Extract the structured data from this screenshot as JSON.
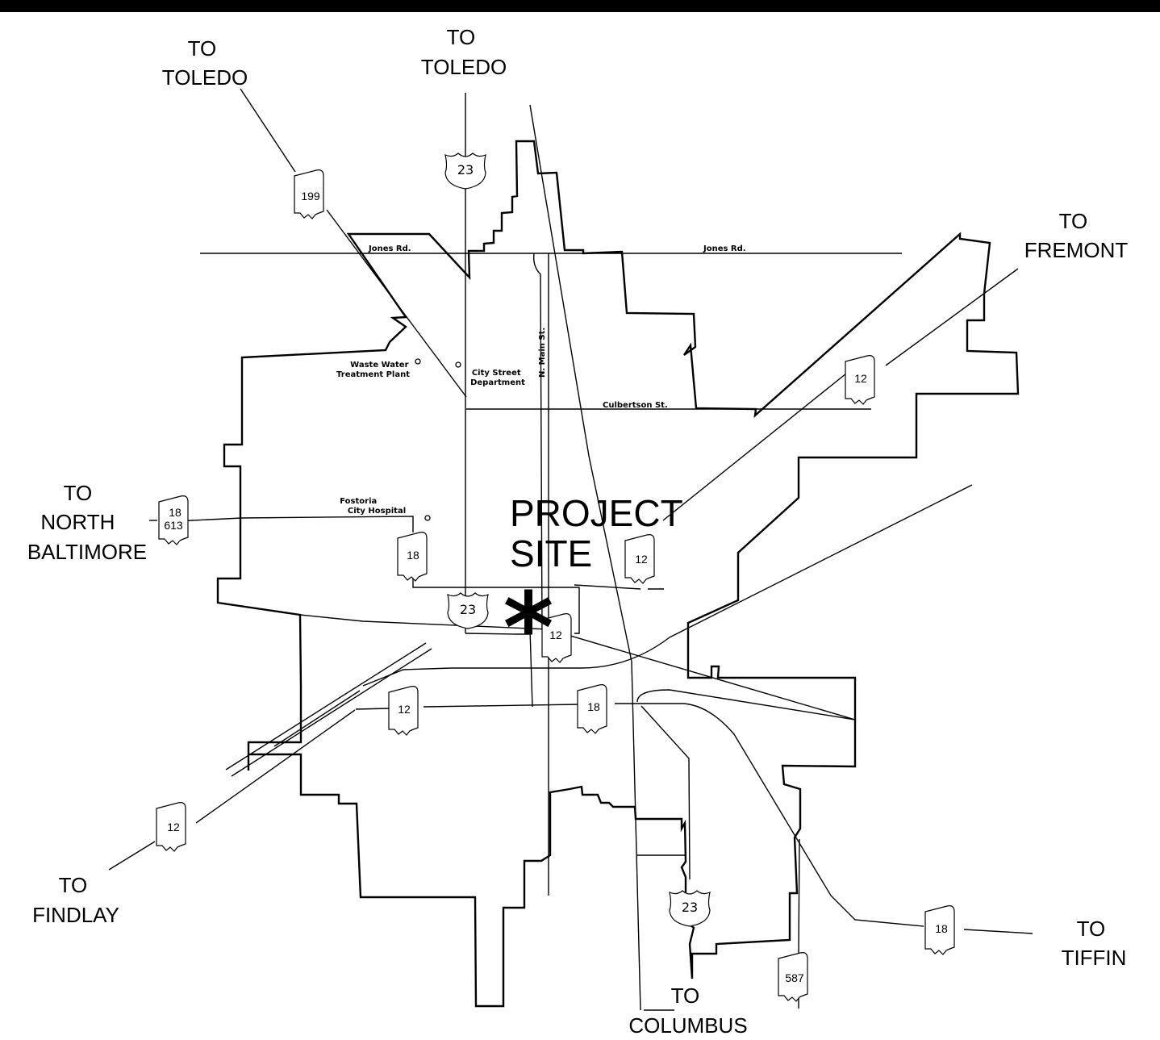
{
  "destinations": {
    "toledo_nw": [
      "TO",
      "TOLEDO"
    ],
    "toledo_n": [
      "TO",
      "TOLEDO"
    ],
    "fremont": [
      "TO",
      "FREMONT"
    ],
    "north_baltimore": [
      "TO",
      "NORTH",
      "BALTIMORE"
    ],
    "findlay": [
      "TO",
      "FINDLAY"
    ],
    "columbus": [
      "TO",
      "COLUMBUS"
    ],
    "tiffin": [
      "TO",
      "TIFFIN"
    ]
  },
  "project_site": [
    "PROJECT",
    "SITE"
  ],
  "project_marker": "*",
  "streets": {
    "jones_rd_west": "Jones Rd.",
    "jones_rd_east": "Jones Rd.",
    "n_main_st": "N. Main St.",
    "culbertson_st": "Culbertson St."
  },
  "facilities": {
    "waste_water": [
      "Waste Water",
      "Treatment Plant"
    ],
    "city_street": [
      "City Street",
      "Department"
    ],
    "hospital": [
      "Fostoria",
      "City Hospital"
    ]
  },
  "shields": {
    "sr199": "199",
    "us23_north": "23",
    "sr12_fremont": "12",
    "sr18_613_a": "18",
    "sr18_613_b": "613",
    "sr18_hospital": "18",
    "sr12_project": "12",
    "us23_center": "23",
    "sr12_center": "12",
    "sr12_south": "12",
    "sr18_south": "18",
    "sr12_findlay": "12",
    "us23_south": "23",
    "sr587": "587",
    "sr18_tiffin": "18"
  },
  "colors": {
    "ink": "#000000",
    "paper": "#ffffff"
  }
}
